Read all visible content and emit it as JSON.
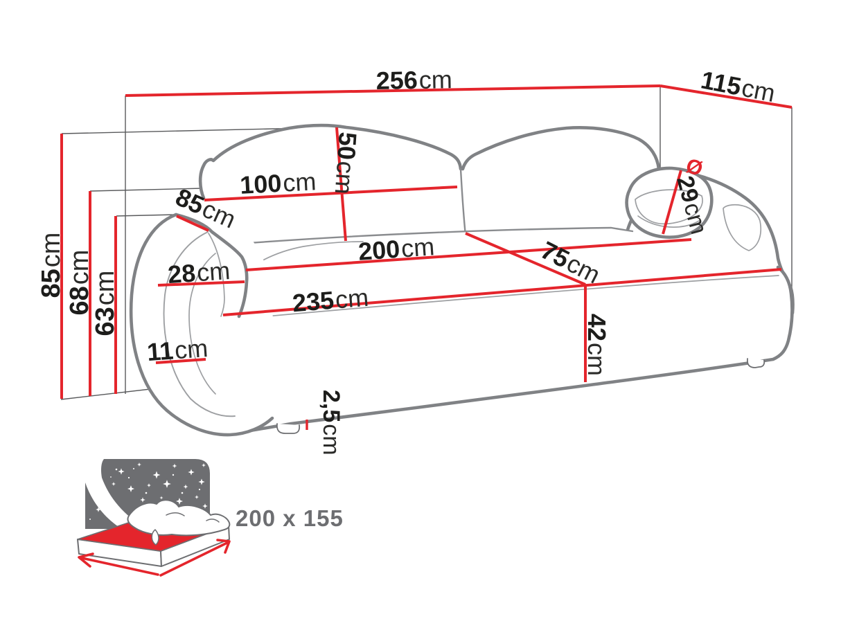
{
  "diagram": {
    "subject": "sofa-dimensions-diagram",
    "unit_system": "cm",
    "colors": {
      "accent_red": "#e4252c",
      "sofa_outline_gray": "#808285",
      "guide_line_gray": "#58595b",
      "icon_gray": "#6d6e71",
      "label_text": "#1d1d1b",
      "background": "#ffffff"
    }
  },
  "dims": {
    "total_width": {
      "value": "256",
      "unit": "cm"
    },
    "total_depth": {
      "value": "115",
      "unit": "cm"
    },
    "total_height": {
      "value": "85",
      "unit": "cm"
    },
    "backrest_height_floor": {
      "value": "68",
      "unit": "cm"
    },
    "armrest_height": {
      "value": "63",
      "unit": "cm"
    },
    "backrest_cushion_height": {
      "value": "50",
      "unit": "cm"
    },
    "backrest_cushion_width": {
      "value": "100",
      "unit": "cm"
    },
    "armrest_top_depth": {
      "value": "85",
      "unit": "cm"
    },
    "armrest_front_width": {
      "value": "28",
      "unit": "cm"
    },
    "seat_width": {
      "value": "200",
      "unit": "cm"
    },
    "seat_depth": {
      "value": "75",
      "unit": "cm"
    },
    "front_width": {
      "value": "235",
      "unit": "cm"
    },
    "armrest_bottom_width": {
      "value": "11",
      "unit": "cm"
    },
    "seat_height": {
      "value": "42",
      "unit": "cm"
    },
    "leg_height": {
      "value": "2,5",
      "unit": "cm"
    },
    "pillow_diameter": {
      "prefix": "Ø",
      "value": "29",
      "unit": "cm"
    }
  },
  "sleeping_area": {
    "label": "200 x 155"
  }
}
